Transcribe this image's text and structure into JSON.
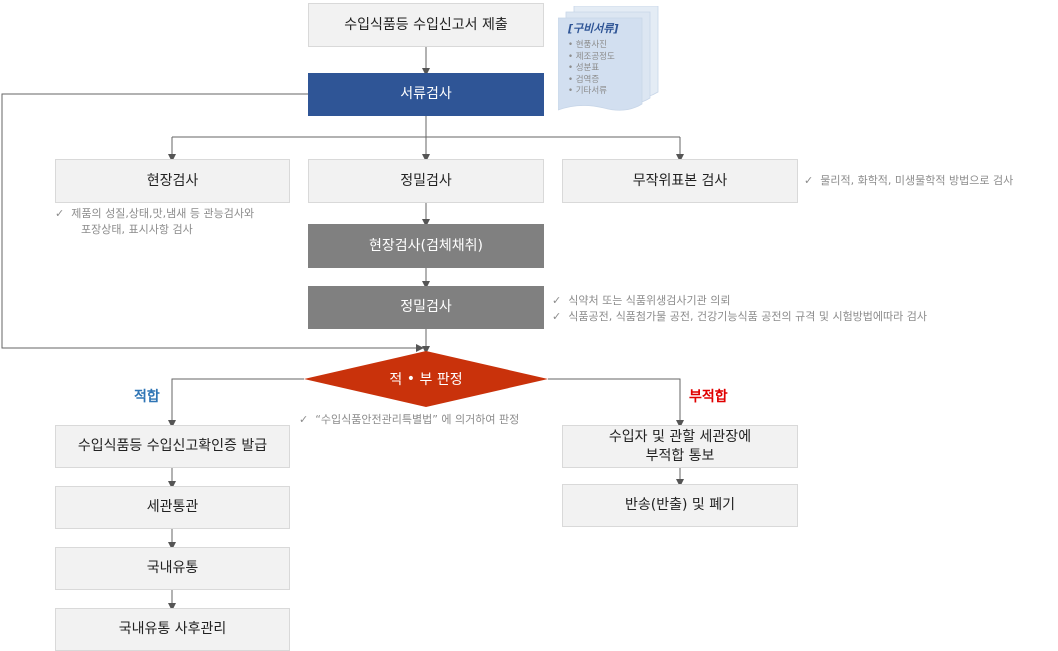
{
  "steps": {
    "submit": "수입식품등 수입신고서 제출",
    "doc_review": "서류검사",
    "field": "현장검사",
    "precision": "정밀검사",
    "random": "무작위표본 검사",
    "sampling": "현장검사(검체채취)",
    "precision2": "정밀검사",
    "judgment": {
      "left": "적",
      "sep": "•",
      "right": "부 판정"
    },
    "pass_issue": "수입식품등 수입신고확인증 발급",
    "customs": "세관통관",
    "domestic": "국내유통",
    "post": "국내유통 사후관리",
    "notify_line1": "수입자 및 관할 세관장에",
    "notify_line2": "부적합 통보",
    "return": "반송(반출) 및 폐기"
  },
  "docs": {
    "title": "[구비서류]",
    "items": [
      "현품사진",
      "제조공정도",
      "성분표",
      "검역증",
      "기타서류"
    ]
  },
  "notes": {
    "check": "✓",
    "field_line1": "제품의 성질,상태,맛,냄새 등 관능검사와",
    "field_line2": "포장상태, 표시사항 검사",
    "random": "물리적, 화학적, 미생물학적 방법으로 검사",
    "precision_1": "식약처 또는 식품위생검사기관 의뢰",
    "precision_2": "식품공전, 식품첨가물 공전, 건강기능식품 공전의 규격 및 시험방법에따라 검사",
    "judgment": "“수입식품안전관리특별법” 에 의거하여 판정"
  },
  "labels": {
    "pass": "적합",
    "fail": "부적합"
  },
  "colors": {
    "blue_box": "#2f5596",
    "gray_box": "#808080",
    "diamond": "#c9320b",
    "pass": "#2f75b5",
    "fail": "#e00000"
  }
}
